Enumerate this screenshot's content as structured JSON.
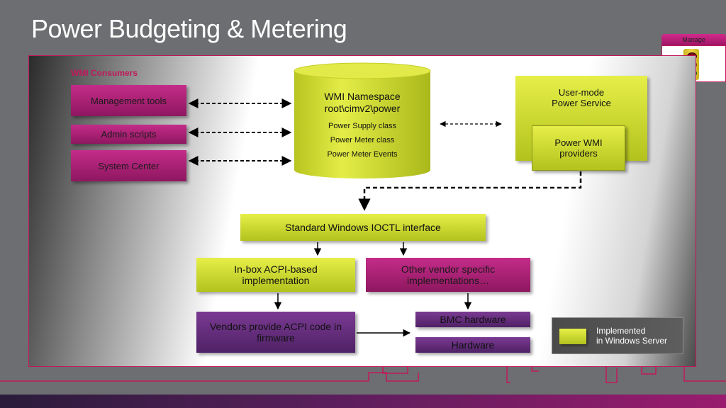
{
  "slide": {
    "title": "Power Budgeting & Metering"
  },
  "manage_widget": {
    "label": "Manage"
  },
  "consumers": {
    "section_label": "WMI Consumers",
    "items": [
      "Management tools",
      "Admin scripts",
      "System Center"
    ]
  },
  "wmi_namespace": {
    "title": "WMI Namespace",
    "path": "root\\cimv2\\power",
    "classes": [
      "Power Supply class",
      "Power Meter class",
      "Power Meter Events"
    ]
  },
  "power_service": {
    "title_line1": "User-mode",
    "title_line2": "Power Service",
    "providers_line1": "Power WMI",
    "providers_line2": "providers"
  },
  "ioctl": {
    "label": "Standard Windows IOCTL interface"
  },
  "acpi_inbox": {
    "line1": "In-box ACPI-based",
    "line2": "implementation"
  },
  "vendor_specific": {
    "line1": "Other vendor specific",
    "line2": "implementations…"
  },
  "vendor_acpi": {
    "line1": "Vendors provide ACPI code in",
    "line2": "firmware"
  },
  "bmc_hardware": {
    "label": "BMC hardware"
  },
  "hardware": {
    "label": "Hardware"
  },
  "legend": {
    "line1": "Implemented",
    "line2": "in Windows Server"
  },
  "colors": {
    "implemented": "#d4df2e",
    "consumer": "#b0237a",
    "vendor": "#5e2a78",
    "accent": "#c2185b"
  }
}
